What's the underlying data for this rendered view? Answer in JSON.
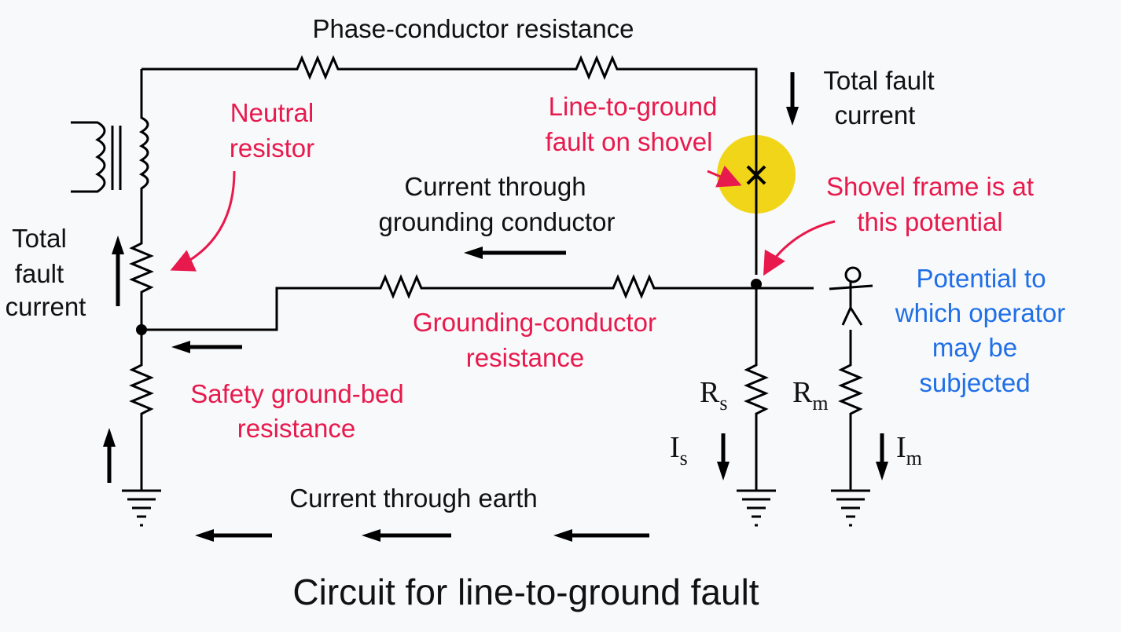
{
  "diagram": {
    "caption": "Circuit for line-to-ground fault",
    "labels": {
      "phase_resistance": "Phase-conductor resistance",
      "total_fault_current_left": [
        "Total",
        "fault",
        "current"
      ],
      "total_fault_current_right": [
        "Total fault",
        "current"
      ],
      "neutral_resistor": [
        "Neutral",
        "resistor"
      ],
      "line_to_ground_fault": [
        "Line-to-ground",
        "fault on shovel"
      ],
      "current_grounding_conductor": [
        "Current through",
        "grounding conductor"
      ],
      "shovel_frame": [
        "Shovel frame is at",
        "this potential"
      ],
      "operator_potential": [
        "Potential to",
        "which operator",
        "may be",
        "subjected"
      ],
      "grounding_conductor_resistance": [
        "Grounding-conductor",
        "resistance"
      ],
      "safety_ground_bed": [
        "Safety ground-bed",
        "resistance"
      ],
      "current_through_earth": "Current through earth",
      "rs": {
        "main": "R",
        "sub": "s"
      },
      "rm": {
        "main": "R",
        "sub": "m"
      },
      "is": {
        "main": "I",
        "sub": "s"
      },
      "im": {
        "main": "I",
        "sub": "m"
      }
    },
    "colors": {
      "wire": "#000000",
      "annotation_red": "#e8194d",
      "annotation_blue": "#1f6fe8",
      "fault_highlight": "#f0d000",
      "background": "#f8f9fa"
    },
    "icons": [
      "transformer-icon",
      "resistor-icon",
      "ground-icon",
      "fault-x-icon",
      "person-icon",
      "arrow-icon"
    ]
  }
}
